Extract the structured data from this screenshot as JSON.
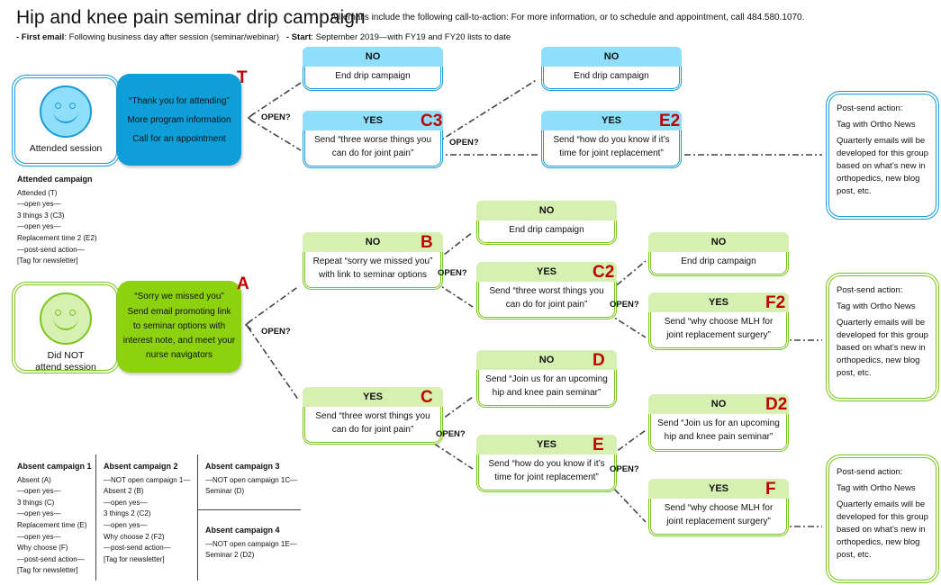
{
  "header": {
    "title": "Hip and knee pain seminar drip campaign",
    "cta": "All emails include the following call-to-action: For more information, or to schedule and appointment, call 484.580.1070.",
    "first_email_label": "- First email",
    "first_email_text": ": Following business day after session (seminar/webinar)",
    "start_label": "- Start",
    "start_text": ": September 2019—with FY19 and FY20 lists to date"
  },
  "colors": {
    "blue_accent": "#1a9ad6",
    "blue_light": "#8fdffb",
    "blue_message": "#0e9ed8",
    "green_accent": "#7cc51e",
    "green_light": "#d5f0b1",
    "green_message": "#8dd20f",
    "code_red": "#c00000"
  },
  "open_label": "OPEN?",
  "attended": {
    "face_label": "Attended session",
    "face_icon": "smiley-face-icon",
    "message_lines": [
      "“Thank you for attending”",
      "More program information",
      "Call for an appointment"
    ],
    "code": "T",
    "nodes": {
      "no1": {
        "head": "NO",
        "body": "End drip campaign"
      },
      "c3": {
        "head": "YES",
        "body": "Send “three worse things you can do for joint pain”",
        "code": "C3"
      },
      "no2": {
        "head": "NO",
        "body": "End drip campaign"
      },
      "e2": {
        "head": "YES",
        "body": "Send “how do you know if it’s time for joint replacement”",
        "code": "E2"
      }
    },
    "post_send": {
      "title": "Post-send action:",
      "tag": "Tag with Ortho News",
      "text": "Quarterly emails will be developed for this group based on what’s new in orthopedics, new blog post, etc."
    },
    "campaign": {
      "heading": "Attended campaign",
      "lines": [
        "Attended (T)",
        "—open yes—",
        "3 things 3 (C3)",
        "—open yes—",
        "Replacement time 2 (E2)",
        "—post-send action—",
        "[Tag for newsletter]"
      ]
    }
  },
  "absent": {
    "face_label_1": "Did NOT",
    "face_label_2": "attend session",
    "face_icon": "smiley-face-icon",
    "message_lines": [
      "“Sorry we missed you”",
      "Send email promoting link to seminar options with interest note, and meet your nurse navigators"
    ],
    "code": "A",
    "nodes": {
      "b": {
        "head": "NO",
        "body": "Repeat “sorry we missed you” with link to seminar options",
        "code": "B"
      },
      "b_no": {
        "head": "NO",
        "body": "End drip campaign"
      },
      "c2": {
        "head": "YES",
        "body": "Send “three worst things you can do for joint pain”",
        "code": "C2"
      },
      "c2_no": {
        "head": "NO",
        "body": "End drip campaign"
      },
      "f2": {
        "head": "YES",
        "body": "Send “why choose MLH for joint replacement surgery”",
        "code": "F2"
      },
      "c": {
        "head": "YES",
        "body": "Send “three worst things you can do for joint pain”",
        "code": "C"
      },
      "d": {
        "head": "NO",
        "body": "Send “Join us for an upcoming hip and knee pain seminar”",
        "code": "D"
      },
      "e": {
        "head": "YES",
        "body": "Send “how do you know if it’s time for joint replacement”",
        "code": "E"
      },
      "d2": {
        "head": "NO",
        "body": "Send “Join us for an upcoming hip and knee pain seminar”",
        "code": "D2"
      },
      "f": {
        "head": "YES",
        "body": "Send “why choose MLH for joint replacement surgery”",
        "code": "F"
      }
    },
    "post_send_1": {
      "title": "Post-send action:",
      "tag": "Tag with Ortho News",
      "text": "Quarterly emails will be developed for this group based on what’s new in orthopedics, new blog post, etc."
    },
    "post_send_2": {
      "title": "Post-send action:",
      "tag": "Tag with Ortho News",
      "text": "Quarterly emails will be developed for this group based on what’s new in orthopedics, new blog post, etc."
    },
    "campaigns": [
      {
        "heading": "Absent campaign 1",
        "lines": [
          "Absent (A)",
          "—open yes—",
          "3 things (C)",
          "—open yes—",
          "Replacement time (E)",
          "—open yes—",
          "Why choose (F)",
          "—post-send action—",
          "[Tag for newsletter]"
        ]
      },
      {
        "heading": "Absent campaign 2",
        "lines": [
          "—NOT open campaign 1—",
          "Absent 2 (B)",
          "—open yes—",
          "3 things 2 (C2)",
          "—open yes—",
          "Why choose 2 (F2)",
          "—post-send action—",
          "[Tag for newsletter]"
        ]
      },
      {
        "heading": "Absent campaign 3",
        "lines": [
          "—NOT open campaign 1C—",
          "Seminar (D)"
        ]
      },
      {
        "heading": "Absent campaign 4",
        "lines": [
          "—NOT open campaign 1E—",
          "Seminar 2 (D2)"
        ]
      }
    ]
  }
}
